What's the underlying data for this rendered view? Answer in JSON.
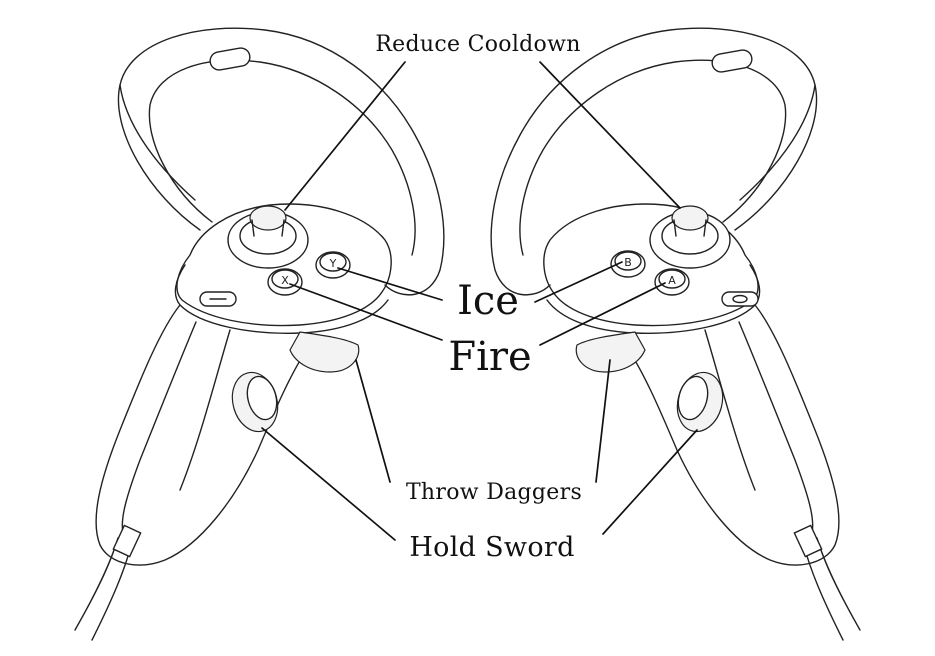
{
  "labels": {
    "reduce_cooldown": "Reduce Cooldown",
    "ice": "Ice",
    "fire": "Fire",
    "throw_daggers": "Throw Daggers",
    "hold_sword": "Hold Sword"
  },
  "button_glyphs": {
    "left_top": "Y",
    "left_bottom": "X",
    "right_top": "B",
    "right_bottom": "A"
  }
}
